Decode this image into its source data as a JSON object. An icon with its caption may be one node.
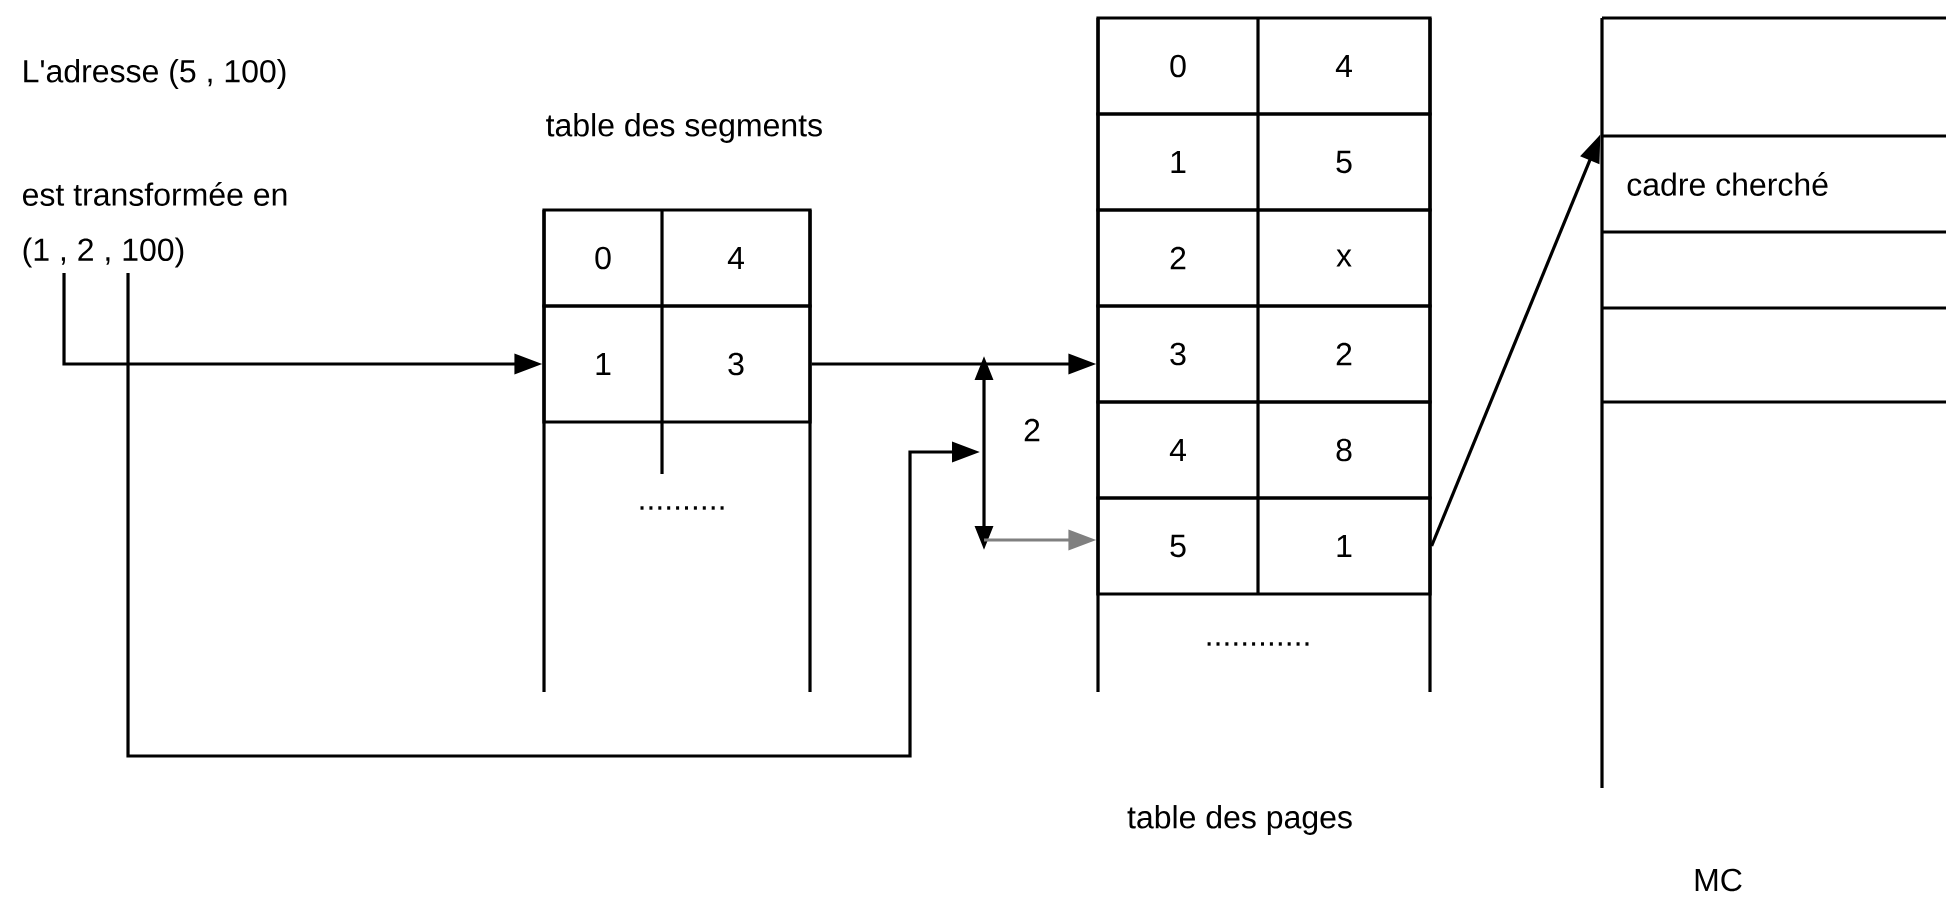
{
  "diagram": {
    "nodes": [
      {
        "text": [
          "(1 , 2 , 100)"
        ]
      },
      {
        "text": [
          "table des segments"
        ]
      },
      {
        "text": [
          "0",
          "4"
        ],
        "in": 1
      },
      {
        "text": [
          "1",
          "3"
        ],
        "in": 1
      },
      {
        "text": [
          "table des pages"
        ]
      },
      {
        "text": [
          "0",
          "4"
        ],
        "in": 4
      },
      {
        "text": [
          "1",
          "5"
        ],
        "in": 4
      },
      {
        "text": [
          "2",
          "x"
        ],
        "in": 4
      },
      {
        "text": [
          "3",
          "2"
        ],
        "in": 4
      },
      {
        "text": [
          "4",
          "8"
        ],
        "in": 4
      },
      {
        "text": [
          "5",
          "1"
        ],
        "in": 4
      },
      {
        "text": [
          "MC"
        ]
      },
      {
        "text": [
          "cadre cherché"
        ],
        "in": 11
      }
    ],
    "edges": [
      {
        "from": 0,
        "to": 3,
        "arrow": "to"
      },
      {
        "from": 0,
        "to": null,
        "arrow": "to"
      },
      {
        "from": 3,
        "to": 8,
        "arrow": "to"
      },
      {
        "from": null,
        "to": 10,
        "arrow": "to",
        "color": "#808080"
      },
      {
        "from": 10,
        "to": 12,
        "arrow": "to"
      }
    ],
    "labels": [
      "L'adresse (5 , 100)",
      "est transformée en",
      "2",
      "..........",
      "............"
    ]
  }
}
